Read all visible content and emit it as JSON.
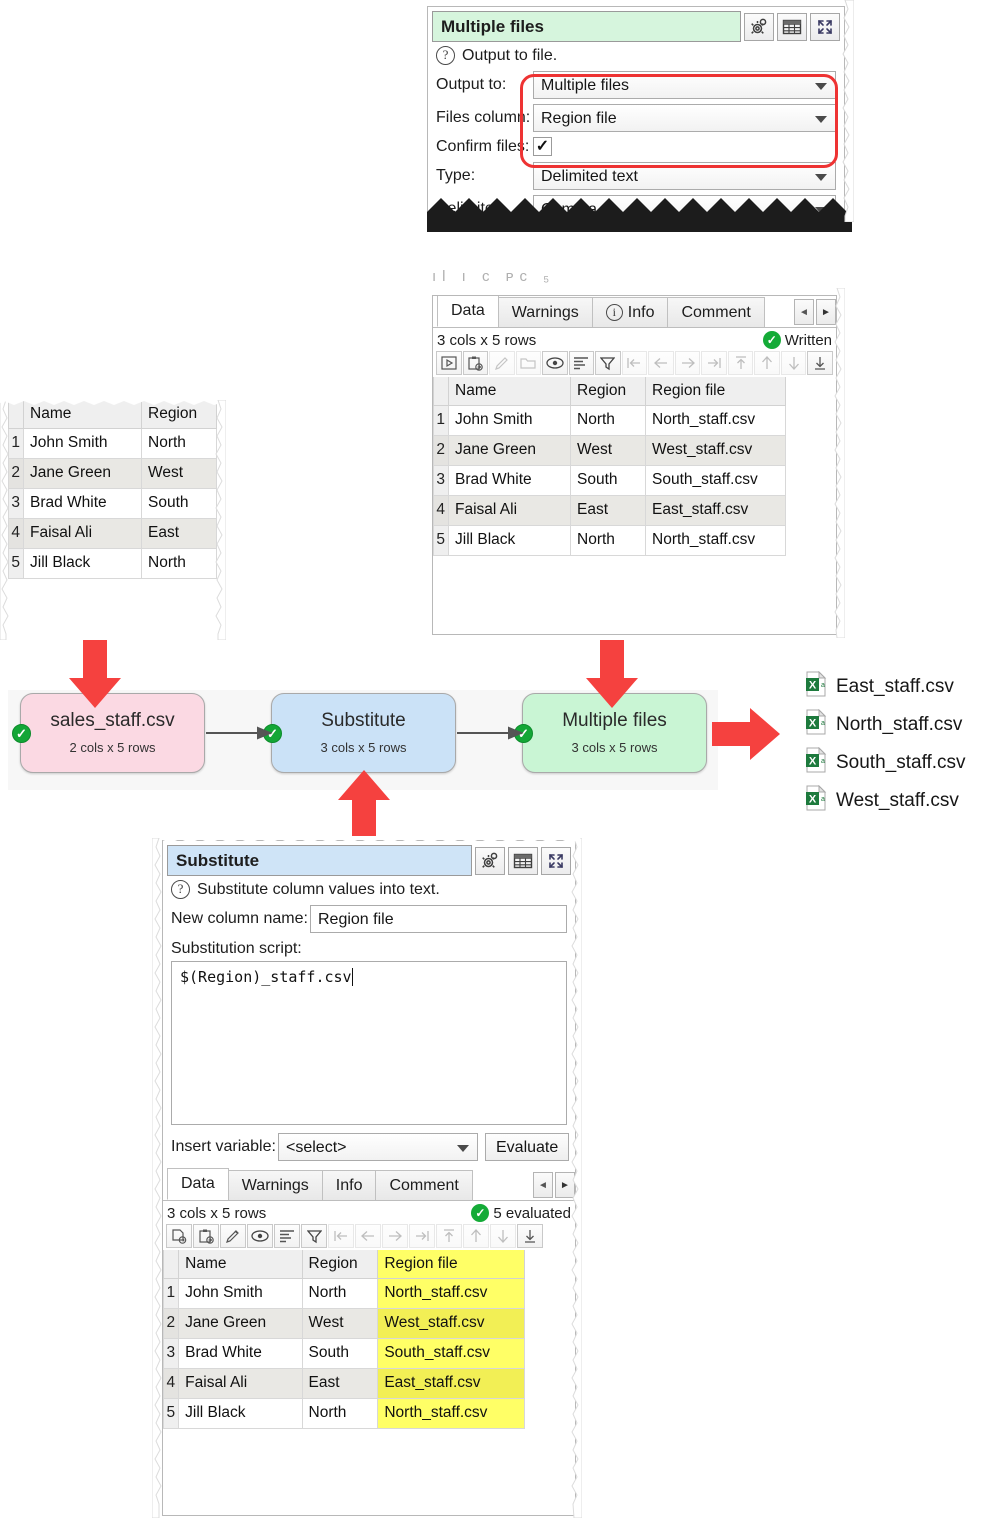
{
  "multiple_files_panel": {
    "title": "Multiple files",
    "help_text": "Output to file.",
    "header_buttons": [
      "gear-icon",
      "table-icon",
      "expand-icon"
    ],
    "fields": [
      {
        "label": "Output to:",
        "type": "combo",
        "value": "Multiple files"
      },
      {
        "label": "Files column:",
        "type": "combo",
        "value": "Region file"
      },
      {
        "label": "Confirm files:",
        "type": "checkbox",
        "value": "✓"
      },
      {
        "label": "Type:",
        "type": "combo",
        "value": "Delimited text"
      },
      {
        "label": "Delimiter:",
        "type": "combo",
        "value": "Comma (,)"
      }
    ],
    "highlight_color": "#ee3333"
  },
  "output_data_panel": {
    "tabs": [
      {
        "label": "Data",
        "active": true
      },
      {
        "label": "Warnings",
        "active": false
      },
      {
        "label": "Info",
        "active": false,
        "icon": "info-icon"
      },
      {
        "label": "Comment",
        "active": false
      }
    ],
    "tab_nav": {
      "prev": "◄",
      "next": "►"
    },
    "dimensions": "3 cols x 5 rows",
    "status": "Written",
    "toolbar_icons": [
      "run-icon",
      "paste-icon",
      "edit-icon",
      "folder-icon",
      "eye-icon",
      "sort-icon",
      "filter-icon",
      "first-col-icon",
      "prev-col-icon",
      "next-col-icon",
      "last-col-icon",
      "first-row-icon",
      "prev-row-icon",
      "next-row-icon",
      "last-row-icon"
    ],
    "columns": [
      "Name",
      "Region",
      "Region file"
    ],
    "rows": [
      {
        "n": "1",
        "cells": [
          "John Smith",
          "North",
          "North_staff.csv"
        ]
      },
      {
        "n": "2",
        "cells": [
          "Jane Green",
          "West",
          "West_staff.csv"
        ]
      },
      {
        "n": "3",
        "cells": [
          "Brad White",
          "South",
          "South_staff.csv"
        ]
      },
      {
        "n": "4",
        "cells": [
          "Faisal Ali",
          "East",
          "East_staff.csv"
        ]
      },
      {
        "n": "5",
        "cells": [
          "Jill Black",
          "North",
          "North_staff.csv"
        ]
      }
    ]
  },
  "source_data_panel": {
    "columns": [
      "Name",
      "Region"
    ],
    "rows": [
      {
        "n": "1",
        "cells": [
          "John Smith",
          "North"
        ]
      },
      {
        "n": "2",
        "cells": [
          "Jane Green",
          "West"
        ]
      },
      {
        "n": "3",
        "cells": [
          "Brad White",
          "South"
        ]
      },
      {
        "n": "4",
        "cells": [
          "Faisal Ali",
          "East"
        ]
      },
      {
        "n": "5",
        "cells": [
          "Jill Black",
          "North"
        ]
      }
    ]
  },
  "flow": {
    "nodes": [
      {
        "id": "source",
        "title": "sales_staff.csv",
        "subtitle": "2 cols x 5 rows",
        "color": "#fbd9e3",
        "status": "✓"
      },
      {
        "id": "substitute",
        "title": "Substitute",
        "subtitle": "3 cols x 5 rows",
        "color": "#cbe2f7",
        "status": "✓"
      },
      {
        "id": "output",
        "title": "Multiple files",
        "subtitle": "3 cols x 5 rows",
        "color": "#c9f5d4",
        "status": "✓"
      }
    ],
    "output_files": [
      "East_staff.csv",
      "North_staff.csv",
      "South_staff.csv",
      "West_staff.csv"
    ],
    "arrow_color": "#f5413f"
  },
  "substitute_panel": {
    "title": "Substitute",
    "help_text": "Substitute column values into text.",
    "header_buttons": [
      "gear-icon",
      "table-icon",
      "expand-icon"
    ],
    "new_column_label": "New column name:",
    "new_column_value": "Region file",
    "script_label": "Substitution script:",
    "script_value": "$(Region)_staff.csv",
    "insert_variable_label": "Insert variable:",
    "insert_variable_value": "<select>",
    "evaluate_label": "Evaluate",
    "tabs": [
      {
        "label": "Data",
        "active": true
      },
      {
        "label": "Warnings",
        "active": false
      },
      {
        "label": "Info",
        "active": false
      },
      {
        "label": "Comment",
        "active": false
      }
    ],
    "tab_nav": {
      "prev": "◄",
      "next": "►"
    },
    "dimensions": "3 cols x 5 rows",
    "status": "5 evaluated",
    "toolbar_icons": [
      "new-file-icon",
      "paste-icon",
      "edit-icon",
      "eye-icon",
      "sort-icon",
      "filter-icon",
      "first-col-icon",
      "prev-col-icon",
      "next-col-icon",
      "last-col-icon",
      "first-row-icon",
      "prev-row-icon",
      "next-row-icon",
      "last-row-icon"
    ],
    "columns": [
      "Name",
      "Region",
      "Region file"
    ],
    "highlight_column_index": 2,
    "highlight_color": "#ffff66",
    "rows": [
      {
        "n": "1",
        "cells": [
          "John Smith",
          "North",
          "North_staff.csv"
        ]
      },
      {
        "n": "2",
        "cells": [
          "Jane Green",
          "West",
          "West_staff.csv"
        ]
      },
      {
        "n": "3",
        "cells": [
          "Brad White",
          "South",
          "South_staff.csv"
        ]
      },
      {
        "n": "4",
        "cells": [
          "Faisal Ali",
          "East",
          "East_staff.csv"
        ]
      },
      {
        "n": "5",
        "cells": [
          "Jill Black",
          "North",
          "North_staff.csv"
        ]
      }
    ]
  }
}
